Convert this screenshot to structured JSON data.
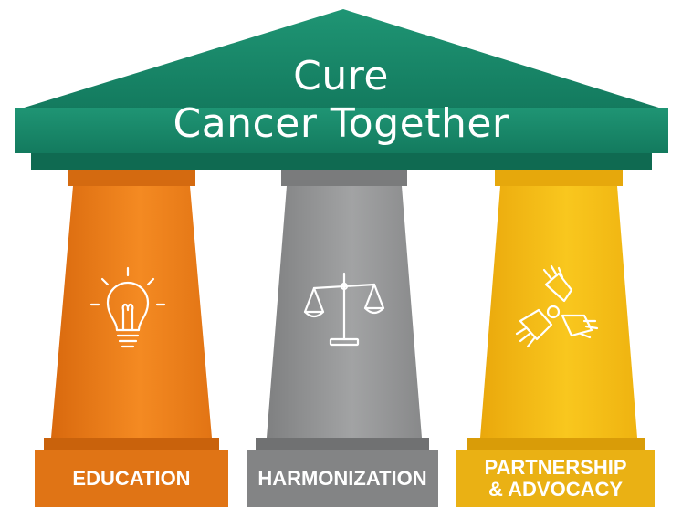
{
  "roof": {
    "line1": "Cure",
    "line2": "Cancer Together",
    "color": "#1a8a6c"
  },
  "pillars": [
    {
      "label": "EDUCATION",
      "icon": "lightbulb-icon",
      "color": "#f0821e"
    },
    {
      "label": "HARMONIZATION",
      "icon": "scales-icon",
      "color": "#8f9091"
    },
    {
      "label_line1": "PARTNERSHIP",
      "label_line2": "& ADVOCACY",
      "icon": "joined-hands-icon",
      "color": "#f5be16"
    }
  ]
}
